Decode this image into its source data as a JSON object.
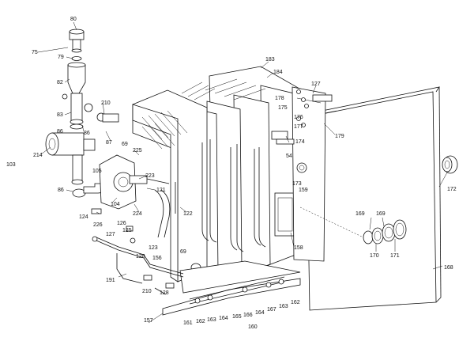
{
  "diagram": {
    "part_labels": [
      {
        "id": "80",
        "text": "80"
      },
      {
        "id": "75",
        "text": "75"
      },
      {
        "id": "79",
        "text": "79"
      },
      {
        "id": "82",
        "text": "82"
      },
      {
        "id": "83",
        "text": "83"
      },
      {
        "id": "86a",
        "text": "86"
      },
      {
        "id": "86b",
        "text": "86"
      },
      {
        "id": "86c",
        "text": "86"
      },
      {
        "id": "214",
        "text": "214"
      },
      {
        "id": "103",
        "text": "103"
      },
      {
        "id": "210a",
        "text": "210"
      },
      {
        "id": "87",
        "text": "87"
      },
      {
        "id": "69a",
        "text": "69"
      },
      {
        "id": "225",
        "text": "225"
      },
      {
        "id": "105",
        "text": "105"
      },
      {
        "id": "223",
        "text": "223"
      },
      {
        "id": "121",
        "text": "121"
      },
      {
        "id": "104",
        "text": "104"
      },
      {
        "id": "124",
        "text": "124"
      },
      {
        "id": "224",
        "text": "224"
      },
      {
        "id": "226",
        "text": "226"
      },
      {
        "id": "126",
        "text": "126"
      },
      {
        "id": "125",
        "text": "125"
      },
      {
        "id": "127a",
        "text": "127"
      },
      {
        "id": "123",
        "text": "123"
      },
      {
        "id": "128a",
        "text": "128"
      },
      {
        "id": "156",
        "text": "156"
      },
      {
        "id": "69b",
        "text": "69"
      },
      {
        "id": "122",
        "text": "122"
      },
      {
        "id": "191",
        "text": "191"
      },
      {
        "id": "210b",
        "text": "210"
      },
      {
        "id": "128b",
        "text": "128"
      },
      {
        "id": "157",
        "text": "157"
      },
      {
        "id": "161",
        "text": "161"
      },
      {
        "id": "162a",
        "text": "162"
      },
      {
        "id": "163a",
        "text": "163"
      },
      {
        "id": "164a",
        "text": "164"
      },
      {
        "id": "165",
        "text": "165"
      },
      {
        "id": "166",
        "text": "166"
      },
      {
        "id": "164b",
        "text": "164"
      },
      {
        "id": "167",
        "text": "167"
      },
      {
        "id": "163b",
        "text": "163"
      },
      {
        "id": "162b",
        "text": "162"
      },
      {
        "id": "160",
        "text": "160"
      },
      {
        "id": "183",
        "text": "183"
      },
      {
        "id": "184",
        "text": "184"
      },
      {
        "id": "127b",
        "text": "127"
      },
      {
        "id": "178",
        "text": "178"
      },
      {
        "id": "175",
        "text": "175"
      },
      {
        "id": "176",
        "text": "176"
      },
      {
        "id": "177",
        "text": "177"
      },
      {
        "id": "174",
        "text": "174"
      },
      {
        "id": "54",
        "text": "54"
      },
      {
        "id": "173",
        "text": "173"
      },
      {
        "id": "159",
        "text": "159"
      },
      {
        "id": "158",
        "text": "158"
      },
      {
        "id": "179",
        "text": "179"
      },
      {
        "id": "169a",
        "text": "169"
      },
      {
        "id": "169b",
        "text": "169"
      },
      {
        "id": "170",
        "text": "170"
      },
      {
        "id": "171",
        "text": "171"
      },
      {
        "id": "172",
        "text": "172"
      },
      {
        "id": "168",
        "text": "168"
      }
    ]
  }
}
